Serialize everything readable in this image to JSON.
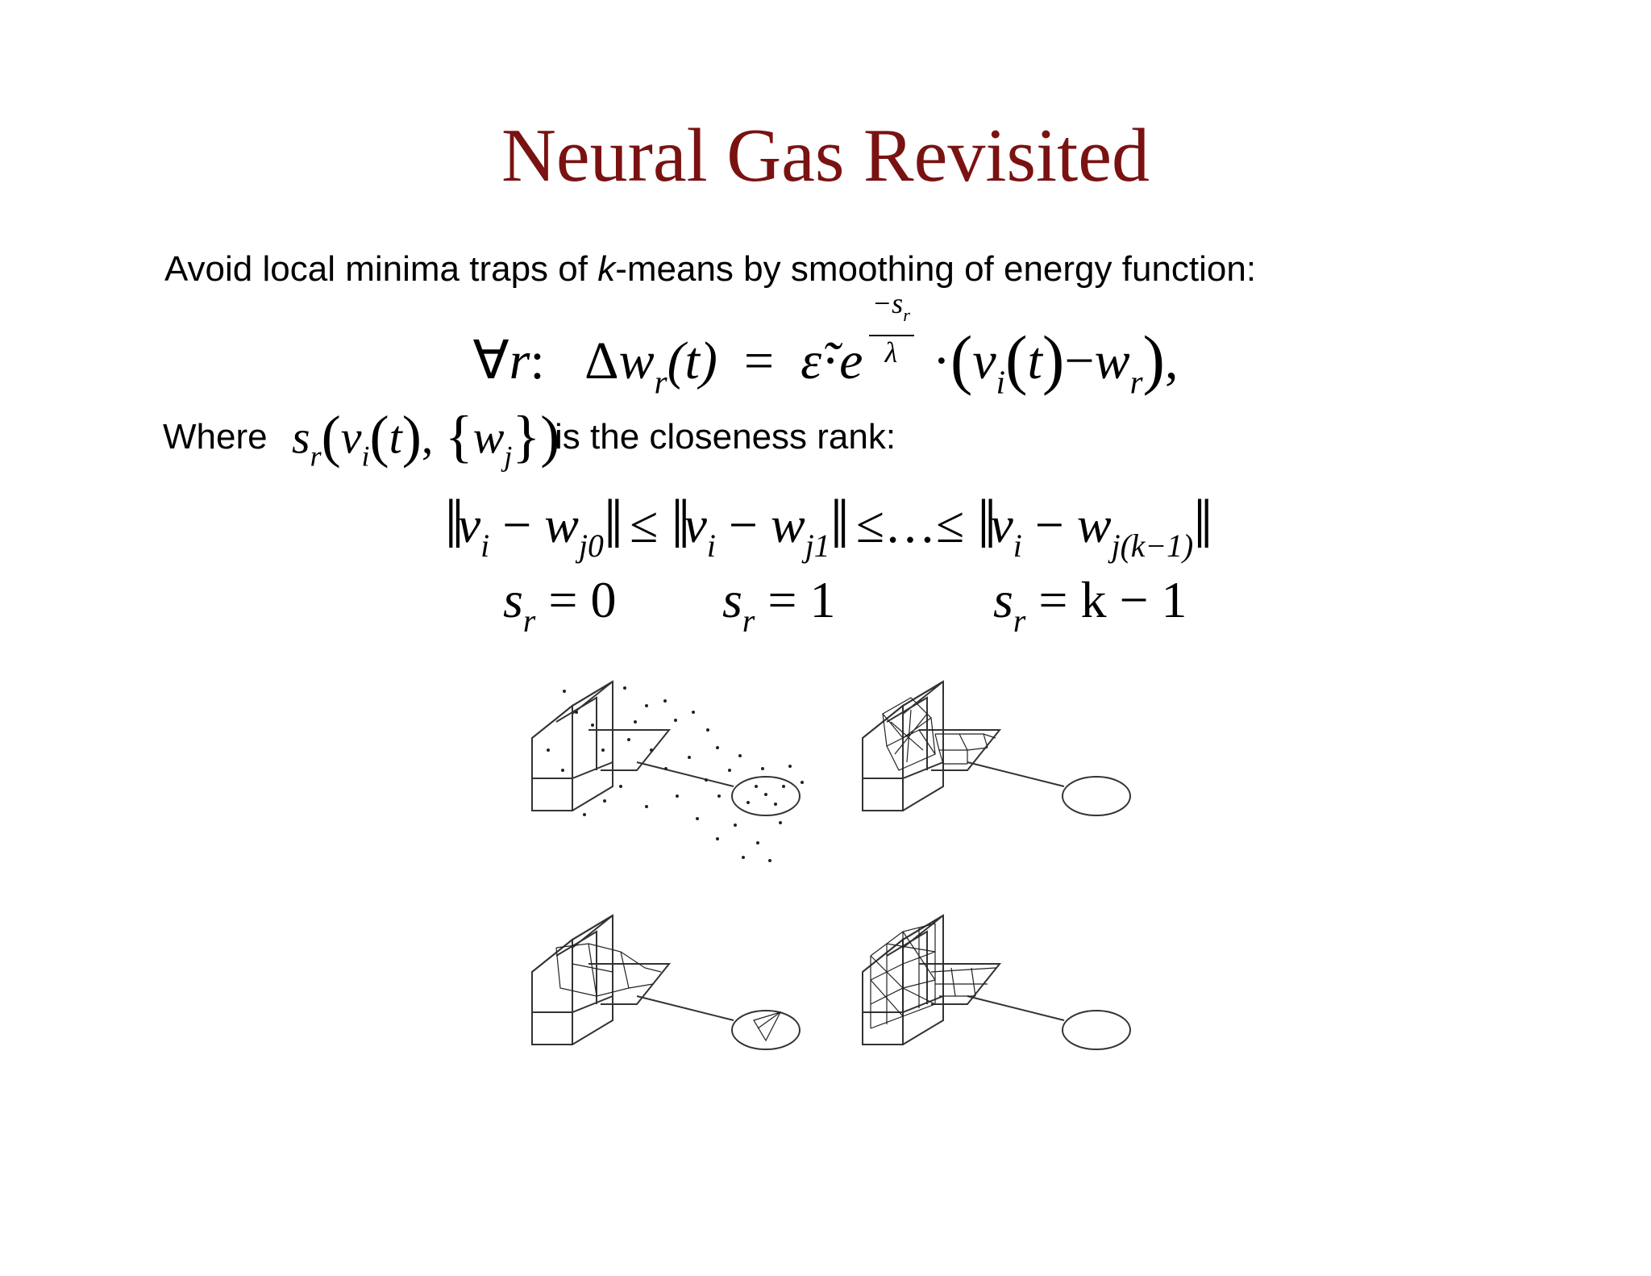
{
  "slide": {
    "title": "Neural Gas Revisited",
    "intro": {
      "before": "Avoid local minima traps of ",
      "italic": "k",
      "after": "-means by smoothing of energy function:"
    },
    "update_rule": {
      "forall": "∀",
      "r": "r",
      "colon": ":",
      "delta": "Δ",
      "w": "w",
      "sub_r": "r",
      "arg_t": "(t)",
      "equals": "=",
      "epsilon": "ε̃",
      "dot": "·",
      "e": "e",
      "exp_numerator": "−s",
      "exp_numerator_sub": "r",
      "exp_denominator": "λ",
      "v": "v",
      "sub_i": "i",
      "t": "t",
      "minus": "−",
      "trailing_comma": ","
    },
    "where": {
      "label": "Where",
      "s": "s",
      "sub_r": "r",
      "v": "v",
      "sub_i": "i",
      "t": "t",
      "w": "w",
      "sub_j": "j",
      "tail": "is the closeness rank:"
    },
    "ordering": {
      "v": "v",
      "sub_i": "i",
      "w": "w",
      "sub_j0": "j0",
      "sub_j1": "j1",
      "sub_jk": "j(k−1)",
      "minus": "−",
      "leq": "≤",
      "ellipsis": "…",
      "norm": "‖"
    },
    "ranks": [
      {
        "s": "s",
        "sub": "r",
        "value": "= 0"
      },
      {
        "s": "s",
        "sub": "r",
        "value": "= 1"
      },
      {
        "s": "s",
        "sub": "r",
        "value": "= k − 1"
      }
    ]
  }
}
